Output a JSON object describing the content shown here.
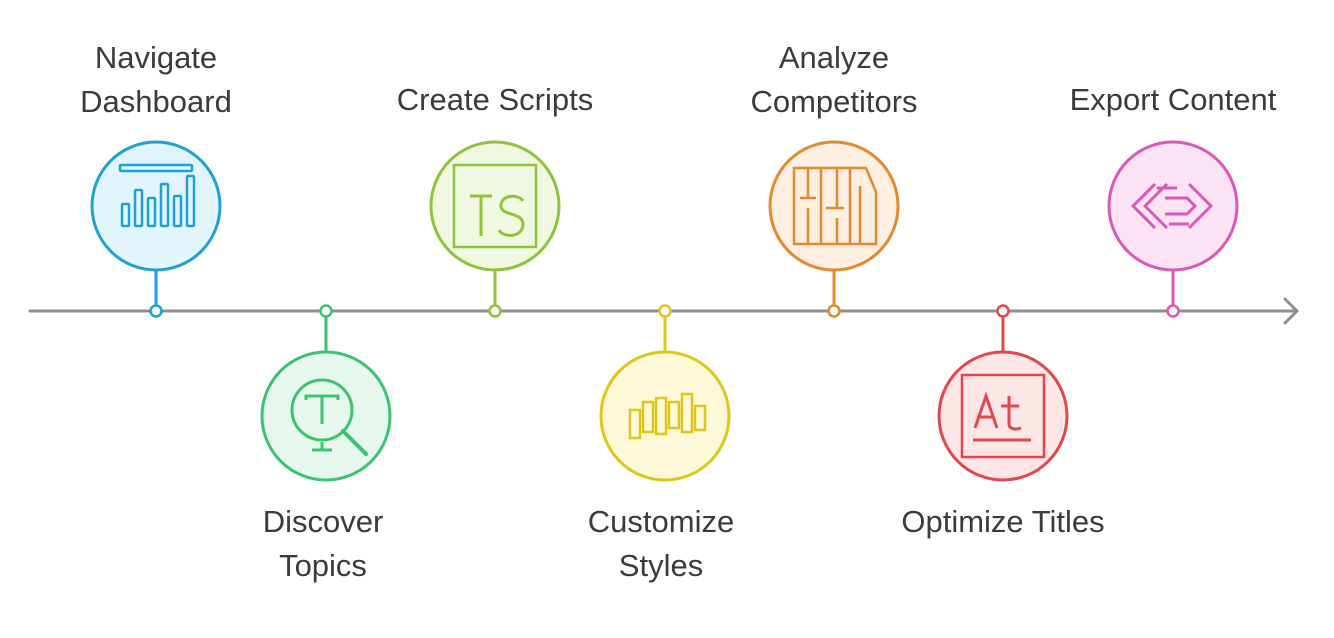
{
  "timeline": {
    "line_color": "#8f8f8f",
    "steps": [
      {
        "id": "navigate-dashboard",
        "lines": [
          "Navigate",
          "Dashboard"
        ],
        "color": "#1ea1d6",
        "fill": "#e2f4fc",
        "icon": "bar-chart-icon",
        "position": "above"
      },
      {
        "id": "discover-topics",
        "lines": [
          "Discover",
          "Topics"
        ],
        "color": "#3cc370",
        "fill": "#e6f8ec",
        "icon": "magnifier-text-icon",
        "position": "below"
      },
      {
        "id": "create-scripts",
        "lines": [
          "Create Scripts"
        ],
        "color": "#8dc43a",
        "fill": "#f0f8e2",
        "icon": "typescript-icon",
        "position": "above"
      },
      {
        "id": "customize-styles",
        "lines": [
          "Customize",
          "Styles"
        ],
        "color": "#dfc61a",
        "fill": "#fcf8d8",
        "icon": "style-bars-icon",
        "position": "below"
      },
      {
        "id": "analyze-competitors",
        "lines": [
          "Analyze",
          "Competitors"
        ],
        "color": "#e38a2f",
        "fill": "#fdefe2",
        "icon": "competitor-columns-icon",
        "position": "above"
      },
      {
        "id": "optimize-titles",
        "lines": [
          "Optimize Titles"
        ],
        "color": "#e2474c",
        "fill": "#fde6e6",
        "icon": "text-title-icon",
        "position": "below"
      },
      {
        "id": "export-content",
        "lines": [
          "Export Content"
        ],
        "color": "#dd57b8",
        "fill": "#fbe3f4",
        "icon": "export-arrows-icon",
        "position": "above"
      }
    ]
  }
}
